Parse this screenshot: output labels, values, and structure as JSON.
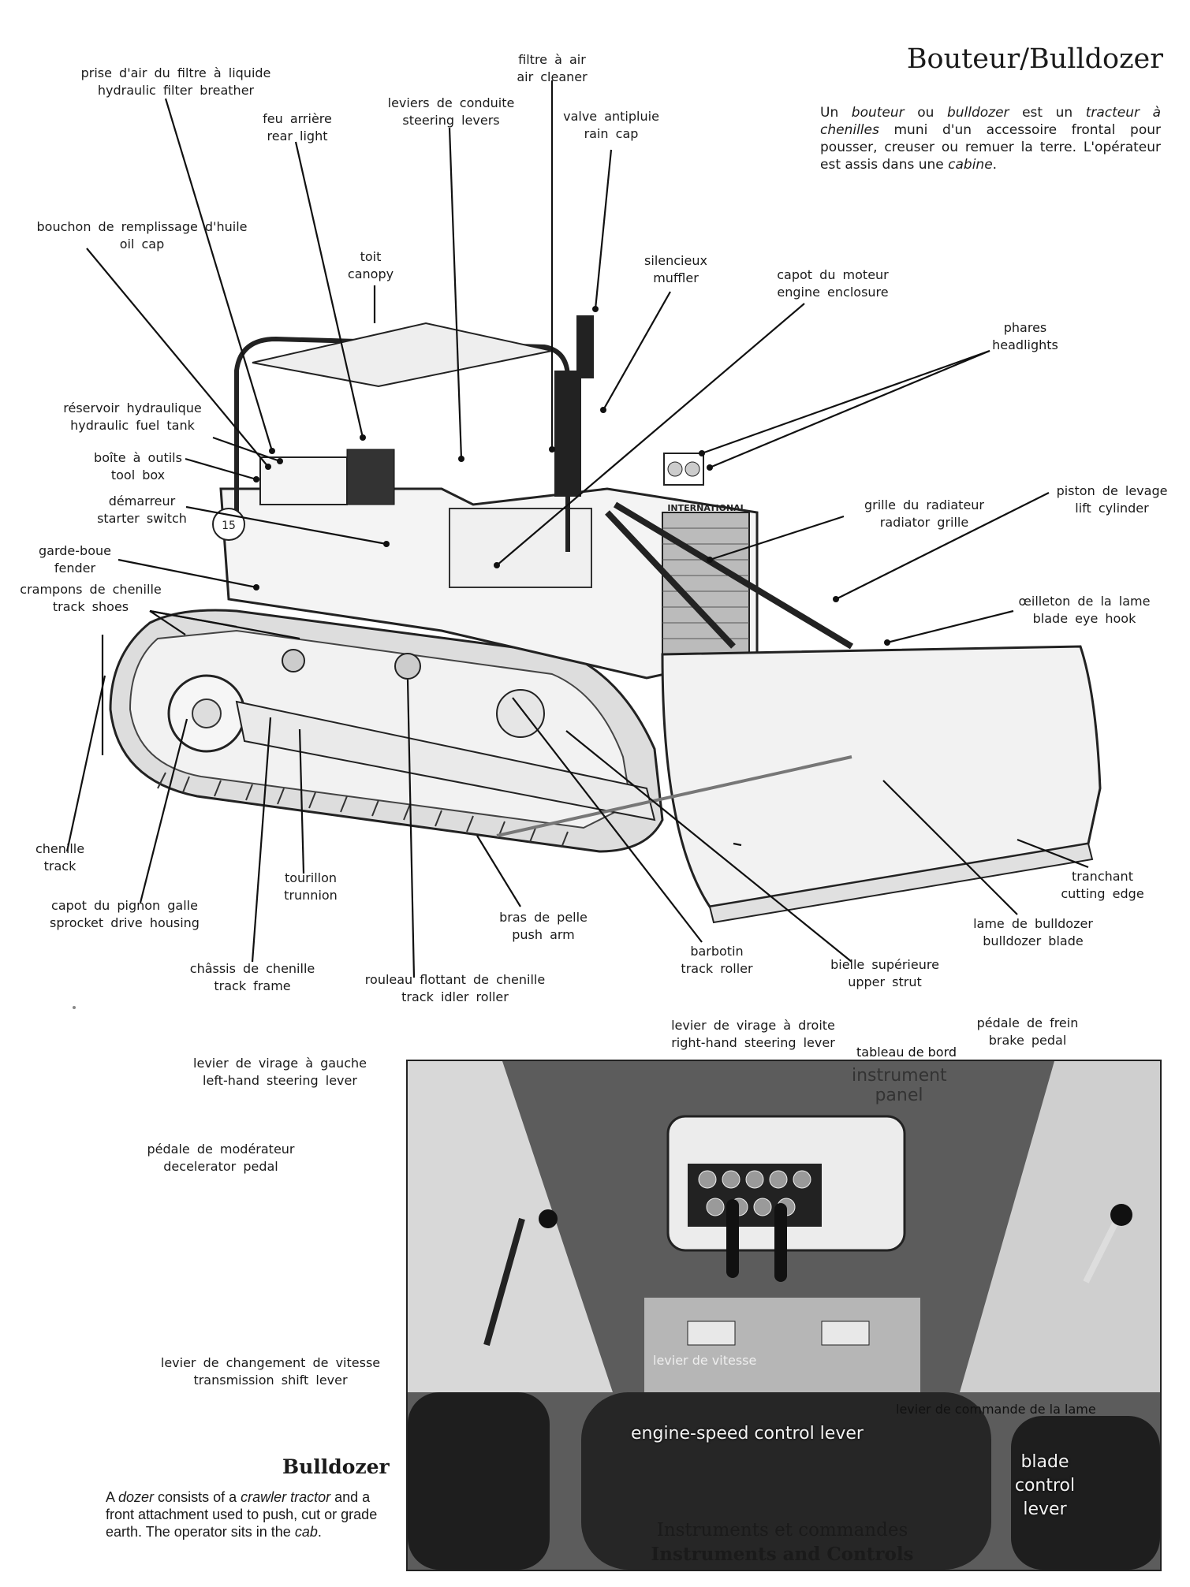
{
  "page": {
    "title": "Bouteur/Bulldozer",
    "intro_fr": {
      "p1": "Un ",
      "t1": "bouteur",
      "p2": " ou ",
      "t2": "bulldozer",
      "p3": " est un ",
      "t3": "tracteur à chenilles",
      "p4": " muni d'un accessoire frontal pour pousser, creuser ou remuer la terre. L'opérateur est assis dans une ",
      "t4": "cabine",
      "p5": "."
    },
    "en_title": "Bulldozer",
    "intro_en": {
      "p1": "A ",
      "t1": "dozer",
      "p2": " consists of a ",
      "t2": "crawler tractor",
      "p3": " and a front attachment used to push, cut or grade earth. The operator sits in the ",
      "t3": "cab",
      "p4": "."
    }
  },
  "labels": {
    "filter_breather": {
      "fr": "prise d'air du filtre à liquide",
      "en": "hydraulic filter breather"
    },
    "air_cleaner": {
      "fr": "filtre à air",
      "en": "air cleaner"
    },
    "steering_levers": {
      "fr": "leviers de conduite",
      "en": "steering levers"
    },
    "rain_cap": {
      "fr": "valve antipluie",
      "en": "rain cap"
    },
    "rear_light": {
      "fr": "feu arrière",
      "en": "rear light"
    },
    "oil_cap": {
      "fr": "bouchon de remplissage d'huile",
      "en": "oil cap"
    },
    "canopy": {
      "fr": "toit",
      "en": "canopy"
    },
    "muffler": {
      "fr": "silencieux",
      "en": "muffler"
    },
    "engine_enclosure": {
      "fr": "capot du moteur",
      "en": "engine enclosure"
    },
    "headlights": {
      "fr": "phares",
      "en": "headlights"
    },
    "fuel_tank": {
      "fr": "réservoir hydraulique",
      "en": "hydraulic fuel tank"
    },
    "tool_box": {
      "fr": "boîte à outils",
      "en": "tool box"
    },
    "starter": {
      "fr": "démarreur",
      "en": "starter switch"
    },
    "radiator": {
      "fr": "grille du radiateur",
      "en": "radiator grille"
    },
    "lift_cylinder": {
      "fr": "piston de levage",
      "en": "lift cylinder"
    },
    "fender": {
      "fr": "garde-boue",
      "en": "fender"
    },
    "track_shoes": {
      "fr": "crampons de chenille",
      "en": "track shoes"
    },
    "eye_hook": {
      "fr": "œilleton de la lame",
      "en": "blade eye hook"
    },
    "track": {
      "fr": "chenille",
      "en": "track"
    },
    "trunnion": {
      "fr": "tourillon",
      "en": "trunnion"
    },
    "sprocket": {
      "fr": "capot du pignon galle",
      "en": "sprocket drive housing"
    },
    "cutting_edge": {
      "fr": "tranchant",
      "en": "cutting edge"
    },
    "push_arm": {
      "fr": "bras de pelle",
      "en": "push arm"
    },
    "blade": {
      "fr": "lame de bulldozer",
      "en": "bulldozer blade"
    },
    "track_roller": {
      "fr": "barbotin",
      "en": "track roller"
    },
    "upper_strut": {
      "fr": "bielle supérieure",
      "en": "upper strut"
    },
    "track_frame": {
      "fr": "châssis de chenille",
      "en": "track frame"
    },
    "idler_roller": {
      "fr": "rouleau flottant de chenille",
      "en": "track idler roller"
    },
    "right_steer": {
      "fr": "levier de virage à droite",
      "en": "right-hand steering lever"
    },
    "brake_pedal": {
      "fr": "pédale de frein",
      "en": "brake pedal"
    },
    "left_steer": {
      "fr": "levier de virage à gauche",
      "en": "left-hand steering lever"
    },
    "decel_pedal": {
      "fr": "pédale de modérateur",
      "en": "decelerator pedal"
    },
    "transmission": {
      "fr": "levier de changement de vitesse",
      "en": "transmission shift lever"
    }
  },
  "photo": {
    "instrument_fr": "tableau de bord",
    "instrument_en": "instrument panel",
    "speed_fr": "levier de vitesse",
    "speed_en": "engine-speed control lever",
    "blade_ctrl_fr": "levier de commande de la lame",
    "blade_ctrl_en": "blade control lever",
    "caption_fr": "Instruments et commandes",
    "caption_en": "Instruments and Controls",
    "brand": "INTERNATIONAL",
    "unit_number": "15"
  }
}
